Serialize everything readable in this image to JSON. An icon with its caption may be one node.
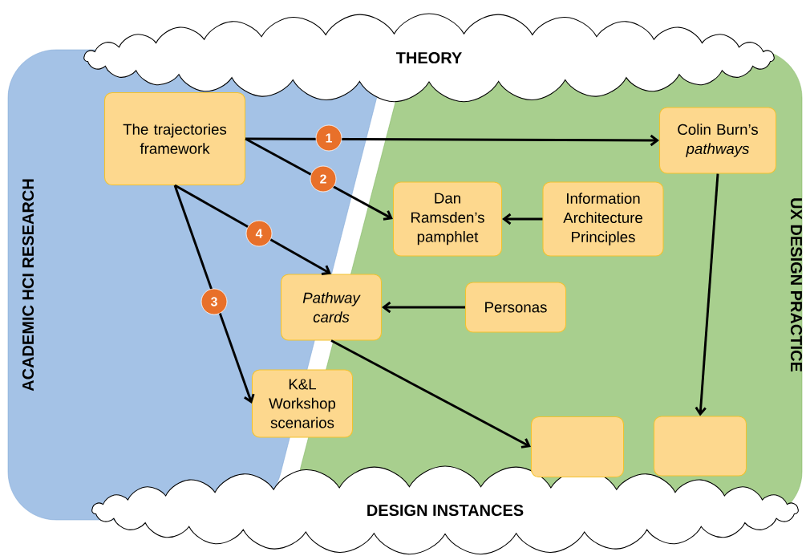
{
  "diagram": {
    "nodes": [
      {
        "text": [
          "ACADEMIC HCI RESEARCH"
        ]
      },
      {
        "text": [
          "UX DESIGN PRACTICE"
        ]
      },
      {
        "text": [
          "THEORY"
        ]
      },
      {
        "text": [
          "DESIGN INSTANCES"
        ]
      },
      {
        "text": [
          "The trajectories framework"
        ],
        "in": 0
      },
      {
        "text": [
          "Colin Burn’s *pathways*"
        ],
        "in": 1
      },
      {
        "text": [
          "Dan Ramsden’s pamphlet"
        ],
        "in": 1
      },
      {
        "text": [
          "Information Architecture Principles"
        ],
        "in": 1
      },
      {
        "text": [
          "Pathway cards"
        ]
      },
      {
        "text": [
          "Personas"
        ],
        "in": 1
      },
      {
        "text": [
          "K&L Workshop scenarios"
        ]
      },
      {
        "text": [],
        "shape": "box",
        "in": 1
      },
      {
        "text": [],
        "shape": "box",
        "in": 1
      }
    ],
    "edges": [
      {
        "from": 4,
        "to": 5,
        "arrow": "to",
        "label": "1"
      },
      {
        "from": 4,
        "to": 6,
        "arrow": "to",
        "label": "2"
      },
      {
        "from": 4,
        "to": 10,
        "arrow": "to",
        "label": "3"
      },
      {
        "from": 4,
        "to": 8,
        "arrow": "to",
        "label": "4"
      },
      {
        "from": 7,
        "to": 6,
        "arrow": "to"
      },
      {
        "from": 9,
        "to": 8,
        "arrow": "to"
      },
      {
        "from": 5,
        "to": 12,
        "arrow": "to"
      },
      {
        "from": 8,
        "to": 11,
        "arrow": "to"
      }
    ]
  }
}
